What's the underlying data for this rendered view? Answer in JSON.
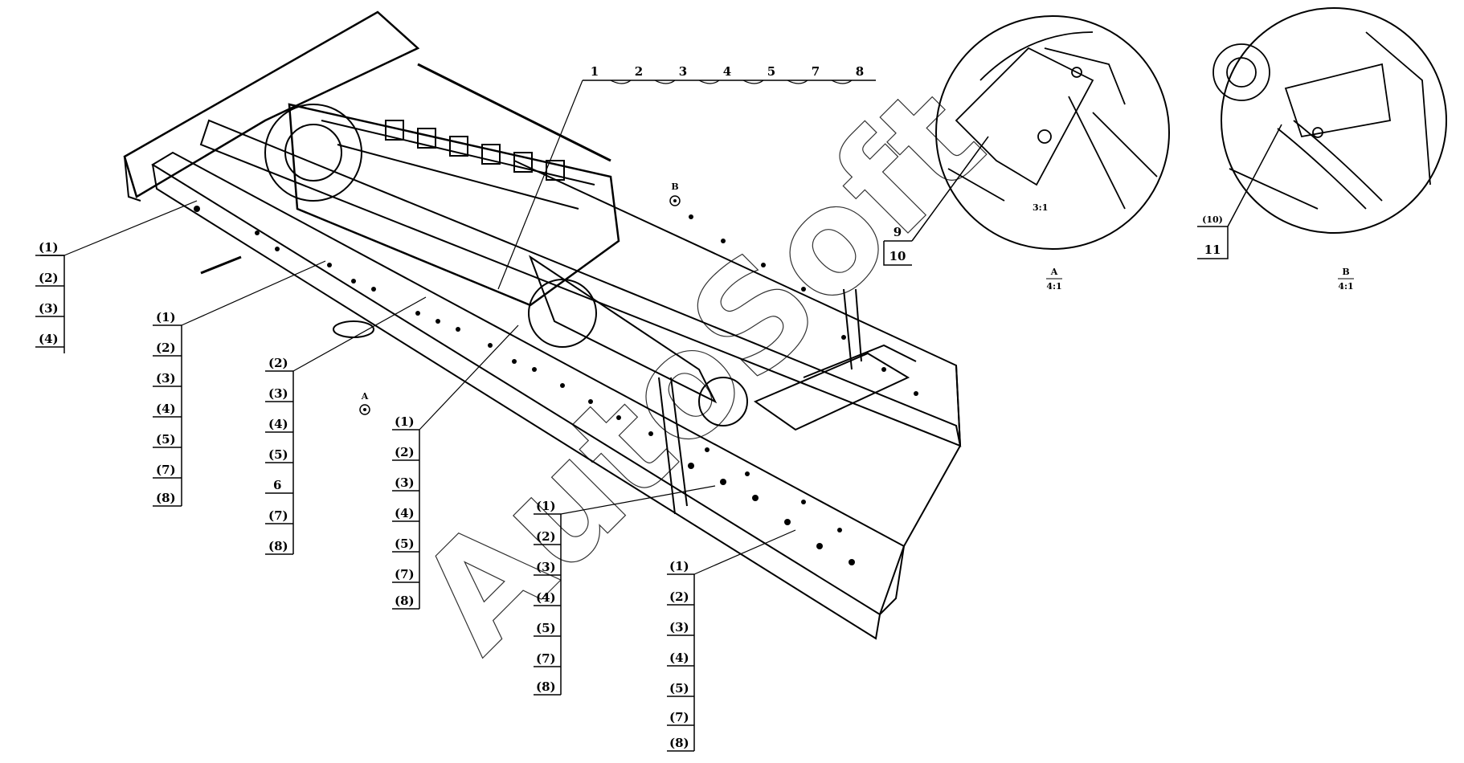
{
  "watermark": "AutoSoft",
  "top_callout": [
    "1",
    "2",
    "3",
    "4",
    "5",
    "7",
    "8"
  ],
  "groups": [
    {
      "id": "g1",
      "labels": [
        "(1)",
        "(2)",
        "(3)",
        "(4)"
      ]
    },
    {
      "id": "g2",
      "labels": [
        "(1)",
        "(2)",
        "(3)",
        "(4)",
        "(5)",
        "(7)",
        "(8)"
      ]
    },
    {
      "id": "g3",
      "labels": [
        "(2)",
        "(3)",
        "(4)",
        "(5)",
        "6",
        "(7)",
        "(8)"
      ]
    },
    {
      "id": "g4",
      "labels": [
        "(1)",
        "(2)",
        "(3)",
        "(4)",
        "(5)",
        "(7)",
        "(8)"
      ]
    },
    {
      "id": "g5",
      "labels": [
        "(1)",
        "(2)",
        "(3)",
        "(4)",
        "(5)",
        "(7)",
        "(8)"
      ]
    },
    {
      "id": "g6",
      "labels": [
        "(1)",
        "(2)",
        "(3)",
        "(4)",
        "(5)",
        "(7)",
        "(8)"
      ]
    }
  ],
  "detail_a": {
    "marker": "A",
    "labels": [
      "9",
      "10"
    ],
    "caption_letter": "A",
    "caption_scale": "4:1",
    "inner_mark": "3:1"
  },
  "detail_b": {
    "marker": "B",
    "labels": [
      "(10)",
      "11"
    ],
    "caption_letter": "B",
    "caption_scale": "4:1"
  }
}
